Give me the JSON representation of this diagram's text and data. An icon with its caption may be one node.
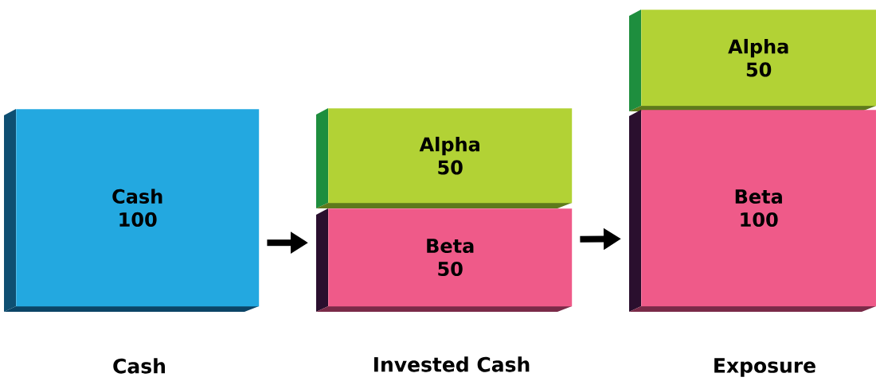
{
  "diagram": {
    "nodes": [
      {
        "text": [
          "Cash",
          "100"
        ]
      },
      {
        "text": [
          "Alpha",
          "50"
        ]
      },
      {
        "text": [
          "Beta",
          "50"
        ]
      },
      {
        "text": [
          "Alpha",
          "50"
        ]
      },
      {
        "text": [
          "Beta",
          "100"
        ]
      }
    ],
    "edges": [
      {
        "from": 0,
        "to": 2,
        "arrow": "to"
      },
      {
        "from": 2,
        "to": 4,
        "arrow": "to"
      }
    ],
    "labels": [
      "Cash",
      "Invested Cash",
      "Exposure"
    ]
  }
}
